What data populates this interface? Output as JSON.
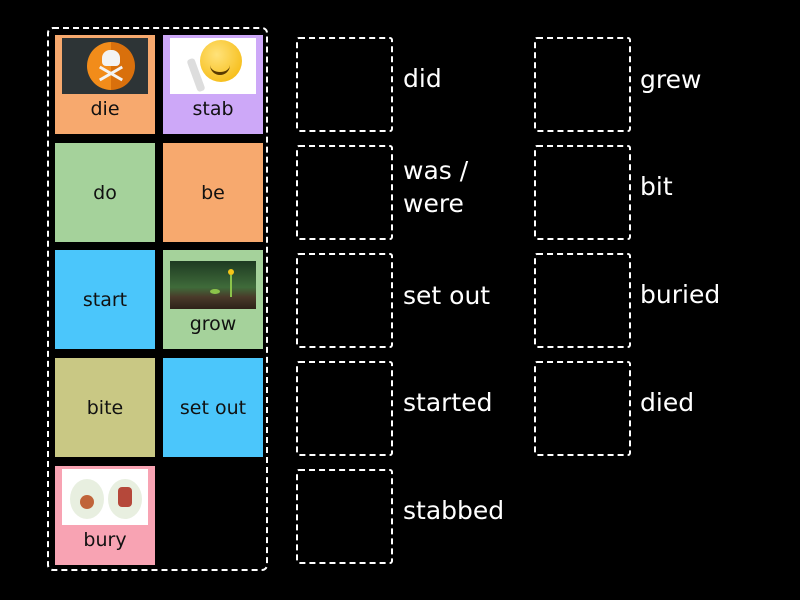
{
  "tiles": [
    {
      "label": "die",
      "color": "#f7a96e",
      "image": "skull-crossbones"
    },
    {
      "label": "stab",
      "color": "#cda8f8",
      "image": "smiley-with-knife"
    },
    {
      "label": "do",
      "color": "#a5d29b"
    },
    {
      "label": "be",
      "color": "#f7a96e"
    },
    {
      "label": "start",
      "color": "#4bc6fb"
    },
    {
      "label": "grow",
      "color": "#a5d29b",
      "image": "sprouting-plant"
    },
    {
      "label": "bite",
      "color": "#c9c884"
    },
    {
      "label": "set out",
      "color": "#4bc6fb"
    },
    {
      "label": "bury",
      "color": "#f8a3b3",
      "image": "people-burying"
    }
  ],
  "targets_left": [
    "did",
    "was / were",
    "set out",
    "started",
    "stabbed"
  ],
  "targets_right": [
    "grew",
    "bit",
    "buried",
    "died"
  ]
}
